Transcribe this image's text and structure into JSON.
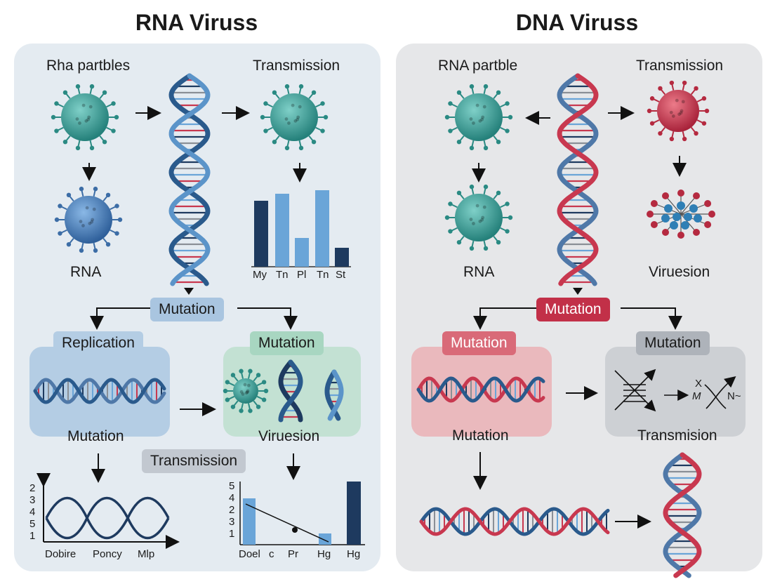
{
  "left": {
    "title": "RNA Viruss",
    "label_particles": "Rha partbles",
    "label_transmission": "Transmission",
    "label_rna": "RNA",
    "tag_mutation_top": "Mutation",
    "tag_replication": "Replication",
    "tag_mutation_green": "Mutation",
    "label_mutation_bottom": "Mutation",
    "label_viruesion": "Viruesion",
    "tag_transmission": "Transmission",
    "bar_labels": [
      "My",
      "Tn",
      "Pl",
      "Tn",
      "St"
    ],
    "wave_yticks": [
      "2",
      "3",
      "4",
      "5",
      "1"
    ],
    "wave_xticks": [
      "Dobire",
      "Poncy",
      "Mlp"
    ],
    "line_yticks": [
      "5",
      "4",
      "2",
      "3",
      "1"
    ],
    "line_xticks": [
      "Doel",
      "c",
      "Pr",
      "Hg",
      "Hg"
    ]
  },
  "right": {
    "title": "DNA Viruss",
    "label_particle": "RNA partble",
    "label_transmission": "Transmission",
    "label_rna": "RNA",
    "label_viruesion": "Viruesion",
    "tag_mutation_top": "Mutation",
    "tag_mutation_pink": "Mutation",
    "tag_mutation_gray": "Mutation",
    "label_mutation_bottom": "Mutation",
    "label_transmission_bottom": "Transmision",
    "label_m": "M",
    "label_n": "N~",
    "label_x": "X"
  },
  "colors": {
    "teal_virus": "#3a9c95",
    "blue_virus": "#4a80b8",
    "red_virus": "#c23a4e",
    "dark_navy": "#1e3a5f",
    "light_blue": "#6aa5d8",
    "pink": "#c8384f"
  }
}
